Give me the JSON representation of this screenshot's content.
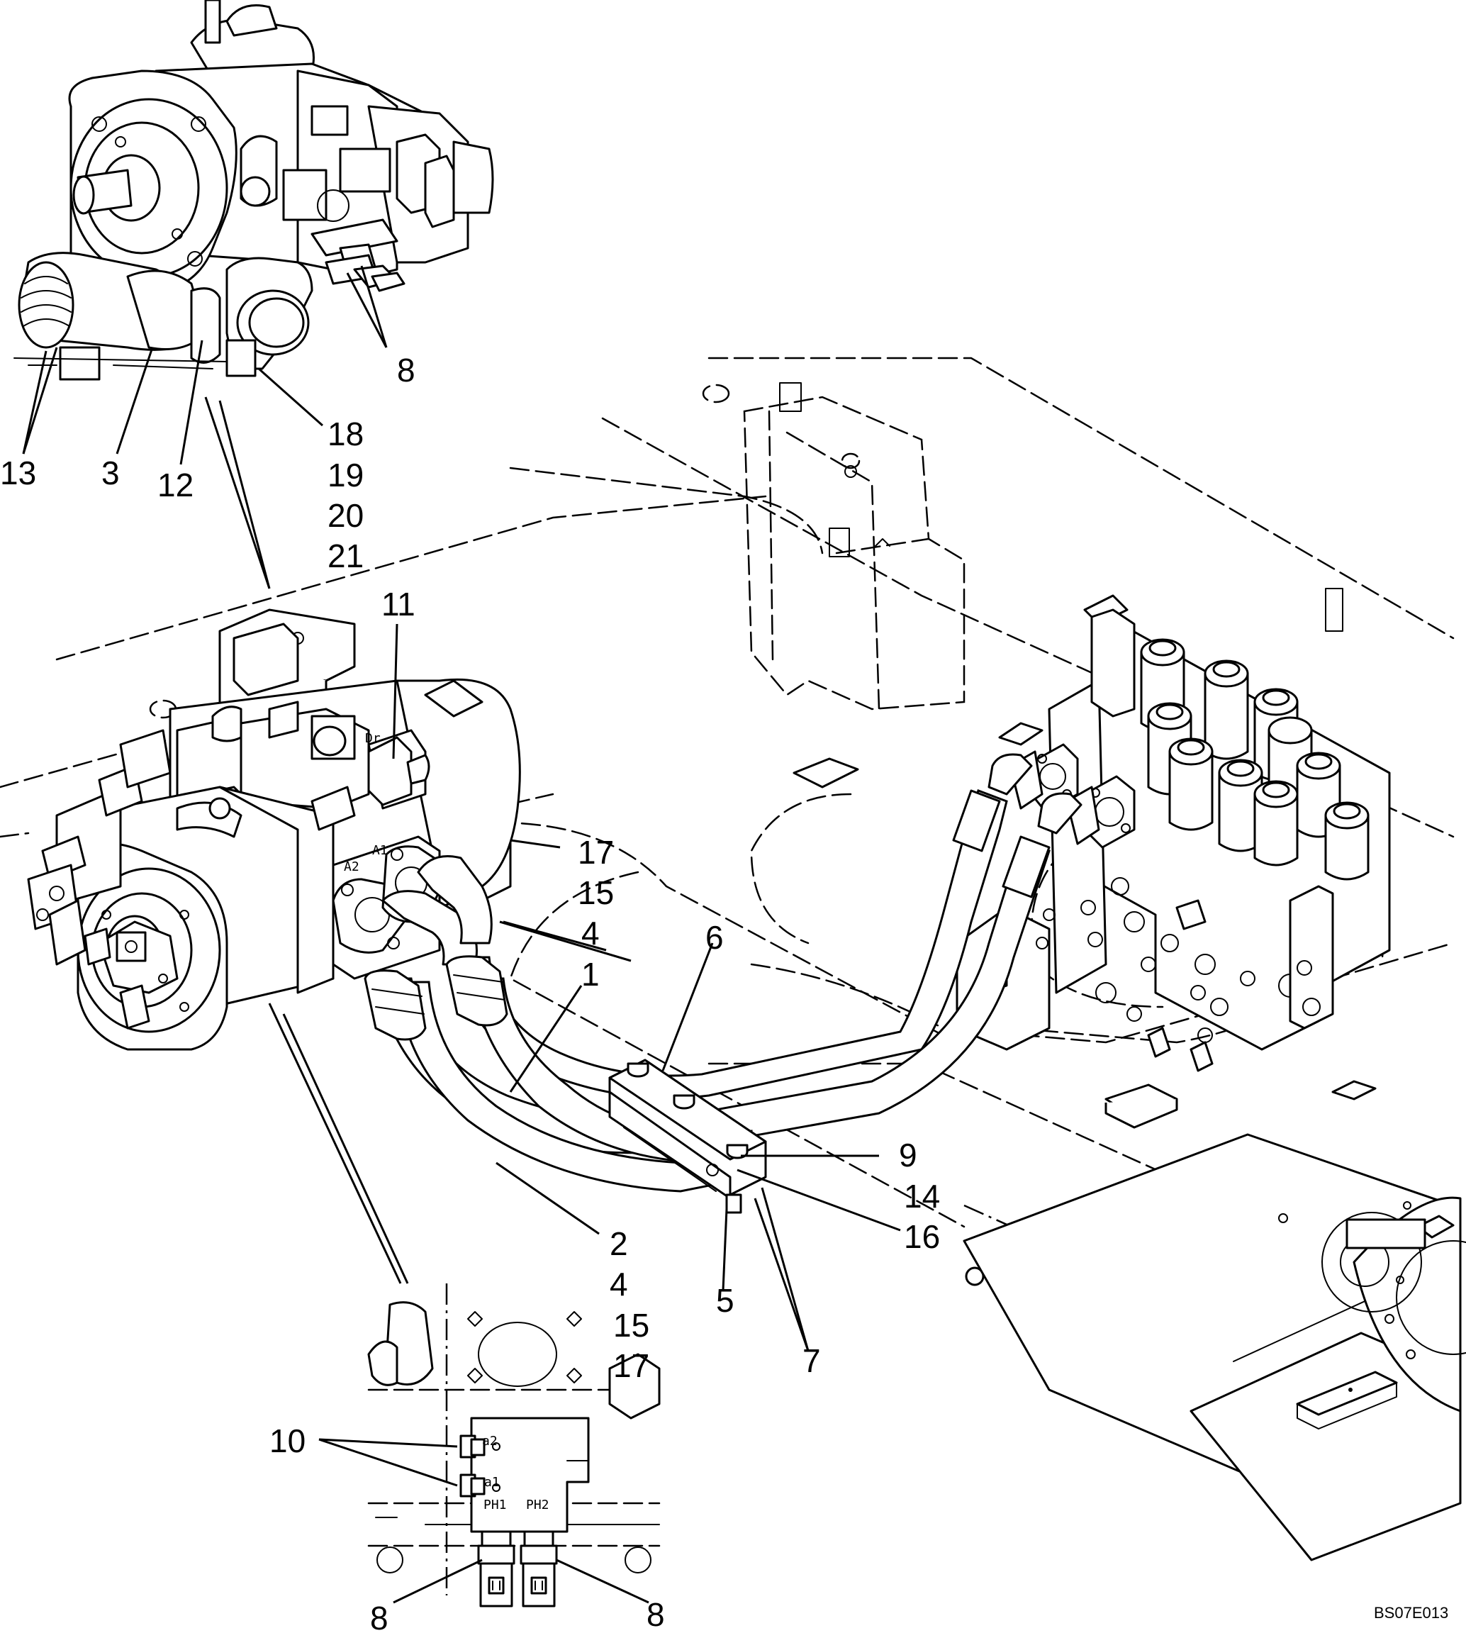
{
  "drawing": {
    "reference_code": "BS07E013",
    "port_labels": {
      "dr": "Dr",
      "a1": "A1",
      "a2": "A2",
      "ph1": "PH1",
      "ph2": "PH2",
      "a2_small": "a2",
      "a1_small": "a1"
    },
    "callouts": {
      "c13": "13",
      "c3": "3",
      "c12": "12",
      "c8_top": "8",
      "c18": "18",
      "c19": "19",
      "c20": "20",
      "c21": "21",
      "c11": "11",
      "c17_mid": "17",
      "c15_mid": "15",
      "c4_mid": "4",
      "c6": "6",
      "c1": "1",
      "c9": "9",
      "c14": "14",
      "c16": "16",
      "c2": "2",
      "c4_low": "4",
      "c15_low": "15",
      "c17_low": "17",
      "c5": "5",
      "c7": "7",
      "c10": "10",
      "c8_left": "8",
      "c8_right": "8"
    }
  }
}
